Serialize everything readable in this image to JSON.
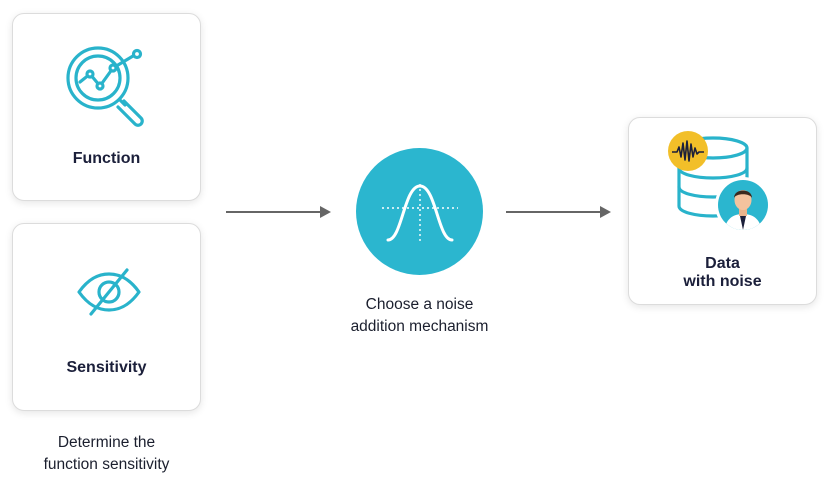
{
  "function_card": {
    "title": "Function",
    "icon": "magnifier-chart-icon"
  },
  "sensitivity_card": {
    "title": "Sensitivity",
    "icon": "eye-slash-icon"
  },
  "step1_caption": {
    "line1": "Determine the",
    "line2": "function sensitivity"
  },
  "mechanism": {
    "icon": "gaussian-curve-icon",
    "caption_line1": "Choose a noise",
    "caption_line2": "addition mechanism"
  },
  "output_card": {
    "title_line1": "Data",
    "title_line2": "with noise",
    "icons": [
      "database-icon",
      "waveform-icon",
      "user-avatar-icon"
    ]
  },
  "colors": {
    "teal": "#29b3cb",
    "yellow": "#f2bf29",
    "arrow": "#666666",
    "title_text": "#1b1f3a"
  }
}
